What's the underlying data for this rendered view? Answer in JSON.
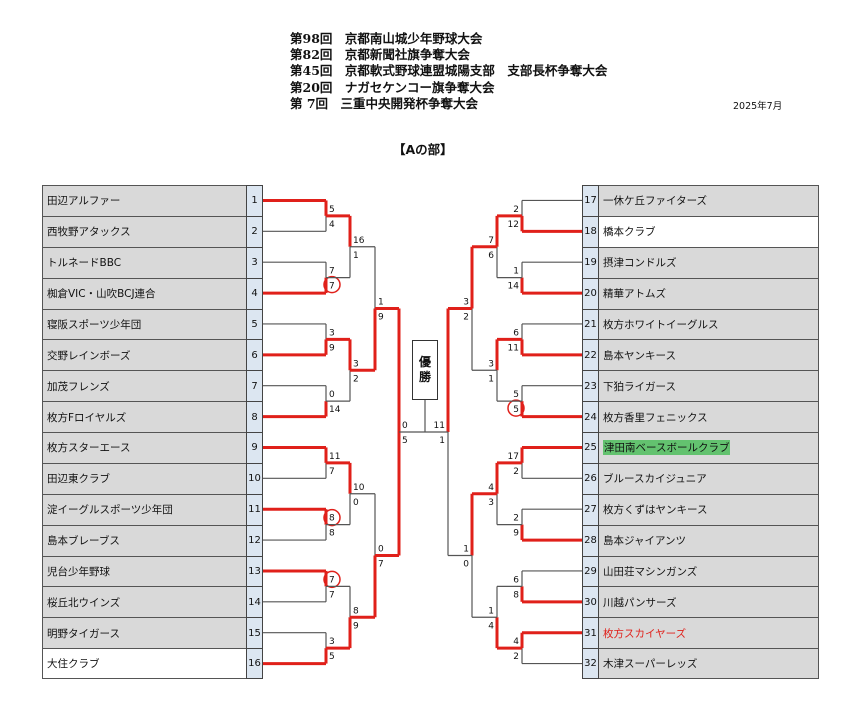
{
  "header": {
    "titles": [
      "第98回　京都南山城少年野球大会",
      "第82回　京都新聞社旗争奪大会",
      "第45回　京都軟式野球連盟城陽支部　支部長杯争奪大会",
      "第20回　ナガセケンコー旗争奪大会",
      "第 7回　三重中央開発杯争奪大会"
    ],
    "date": "2025年7月",
    "division": "【Aの部】"
  },
  "champion_label": [
    "優",
    "勝"
  ],
  "colors": {
    "win_line": "#e0201a",
    "line": "#555555",
    "highlight": "#63c26f"
  },
  "teams_left": [
    {
      "no": "1",
      "name": "田辺アルファー"
    },
    {
      "no": "2",
      "name": "西牧野アタックス"
    },
    {
      "no": "3",
      "name": "トルネードBBC"
    },
    {
      "no": "4",
      "name": "椥倉VIC・山吹BCJ連合"
    },
    {
      "no": "5",
      "name": "寝阪スポーツ少年団"
    },
    {
      "no": "6",
      "name": "交野レインボーズ"
    },
    {
      "no": "7",
      "name": "加茂フレンズ"
    },
    {
      "no": "8",
      "name": "枚方Fロイヤルズ"
    },
    {
      "no": "9",
      "name": "枚方スターエース"
    },
    {
      "no": "10",
      "name": "田辺東クラブ"
    },
    {
      "no": "11",
      "name": "淀イーグルスポーツ少年団"
    },
    {
      "no": "12",
      "name": "島本ブレーブス"
    },
    {
      "no": "13",
      "name": "児台少年野球"
    },
    {
      "no": "14",
      "name": "桜丘北ウインズ"
    },
    {
      "no": "15",
      "name": "明野タイガース"
    },
    {
      "no": "16",
      "name": "大住クラブ",
      "style": "white"
    }
  ],
  "teams_right": [
    {
      "no": "17",
      "name": "一休ケ丘ファイターズ"
    },
    {
      "no": "18",
      "name": "橋本クラブ",
      "style": "white"
    },
    {
      "no": "19",
      "name": "摂津コンドルズ"
    },
    {
      "no": "20",
      "name": "精華アトムズ"
    },
    {
      "no": "21",
      "name": "枚方ホワイトイーグルス"
    },
    {
      "no": "22",
      "name": "島本ヤンキース"
    },
    {
      "no": "23",
      "name": "下狛ライガース"
    },
    {
      "no": "24",
      "name": "枚方香里フェニックス"
    },
    {
      "no": "25",
      "name": "津田南ベースボールクラブ",
      "style": "green"
    },
    {
      "no": "26",
      "name": "ブルースカイジュニア"
    },
    {
      "no": "27",
      "name": "枚方くずはヤンキース"
    },
    {
      "no": "28",
      "name": "島本ジャイアンツ"
    },
    {
      "no": "29",
      "name": "山田荘マシンガンズ"
    },
    {
      "no": "30",
      "name": "川越パンサーズ"
    },
    {
      "no": "31",
      "name": "枚方スカイヤーズ",
      "style": "red"
    },
    {
      "no": "32",
      "name": "木津スーパーレッズ"
    }
  ],
  "bracket_left": [
    [
      {
        "top": "5",
        "bottom": "4",
        "winner": "top"
      },
      {
        "top": "7",
        "bottom": "7",
        "winner": "bottom",
        "tiebreak": true
      },
      {
        "top": "3",
        "bottom": "9",
        "winner": "bottom"
      },
      {
        "top": "0",
        "bottom": "14",
        "winner": "bottom"
      },
      {
        "top": "11",
        "bottom": "7",
        "winner": "top"
      },
      {
        "top": "8",
        "bottom": "8",
        "winner": "top",
        "tiebreak": true
      },
      {
        "top": "7",
        "bottom": "7",
        "winner": "top",
        "tiebreak": true
      },
      {
        "top": "3",
        "bottom": "5",
        "winner": "bottom"
      }
    ],
    [
      {
        "top": "16",
        "bottom": "1",
        "winner": "top"
      },
      {
        "top": "3",
        "bottom": "2",
        "winner": "top"
      },
      {
        "top": "10",
        "bottom": "0",
        "winner": "top"
      },
      {
        "top": "8",
        "bottom": "9",
        "winner": "bottom"
      }
    ],
    [
      {
        "top": "1",
        "bottom": "9",
        "winner": "bottom"
      },
      {
        "top": "0",
        "bottom": "7",
        "winner": "bottom"
      }
    ],
    [
      {
        "top": "0",
        "bottom": "5",
        "winner": "both"
      }
    ]
  ],
  "bracket_right": [
    [
      {
        "top": "2",
        "bottom": "12",
        "winner": "bottom"
      },
      {
        "top": "1",
        "bottom": "14",
        "winner": "bottom"
      },
      {
        "top": "6",
        "bottom": "11",
        "winner": "bottom"
      },
      {
        "top": "5",
        "bottom": "5",
        "winner": "bottom",
        "tiebreak": true
      },
      {
        "top": "17",
        "bottom": "2",
        "winner": "top"
      },
      {
        "top": "2",
        "bottom": "9",
        "winner": "bottom"
      },
      {
        "top": "6",
        "bottom": "8",
        "winner": "bottom"
      },
      {
        "top": "4",
        "bottom": "2",
        "winner": "top"
      }
    ],
    [
      {
        "top": "7",
        "bottom": "6",
        "winner": "top"
      },
      {
        "top": "3",
        "bottom": "1",
        "winner": "top"
      },
      {
        "top": "4",
        "bottom": "3",
        "winner": "top"
      },
      {
        "top": "1",
        "bottom": "4",
        "winner": "bottom"
      }
    ],
    [
      {
        "top": "3",
        "bottom": "2",
        "winner": "top"
      },
      {
        "top": "1",
        "bottom": "0",
        "winner": "top"
      }
    ],
    [
      {
        "top": "11",
        "bottom": "1",
        "winner": "top"
      }
    ]
  ]
}
